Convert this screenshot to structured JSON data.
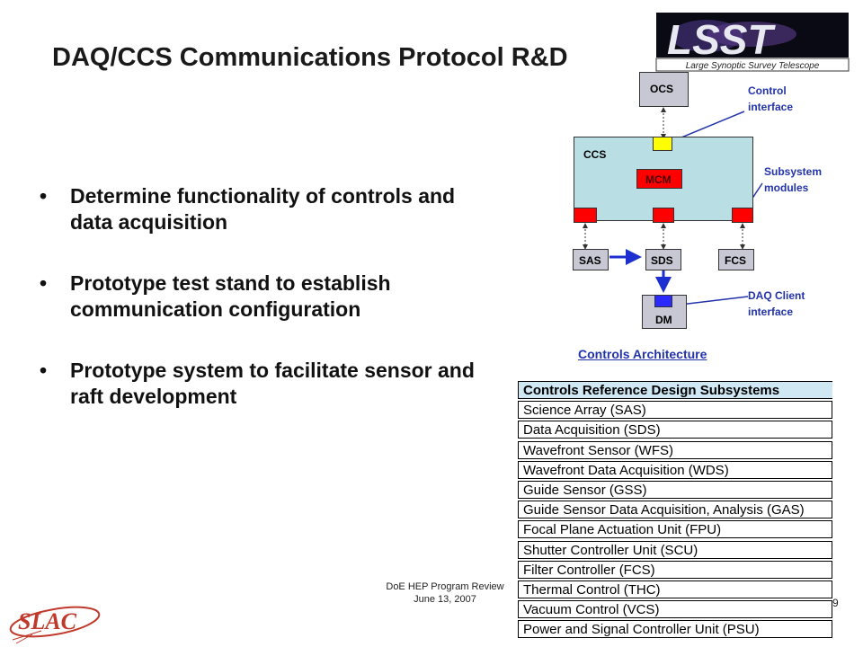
{
  "title": "DAQ/CCS Communications Protocol R&D",
  "logo": {
    "wordmark": "LSST",
    "tagline": "Large Synoptic Survey Telescope"
  },
  "bullets": [
    "Determine functionality of controls and data acquisition",
    "Prototype test stand to establish communication configuration",
    "Prototype system to facilitate sensor and raft development"
  ],
  "diagram": {
    "ocs": "OCS",
    "ccs": "CCS",
    "mcm": "MCM",
    "sas": "SAS",
    "sds": "SDS",
    "fcs": "FCS",
    "dm": "DM",
    "control_interface": "Control interface",
    "subsystem_modules": "Subsystem modules",
    "daq_client_interface": "DAQ Client interface",
    "caption": "Controls Architecture",
    "colors": {
      "box_fill": "#b9dfe4",
      "ocs_fill": "#c8c8d4",
      "mcm": "#ff0000",
      "control_port": "#ffff00",
      "daq_port": "#2a2aff",
      "annotation": "#2233aa"
    }
  },
  "table": {
    "header": "Controls Reference Design Subsystems",
    "rows": [
      "Science Array (SAS)",
      "Data Acquisition  (SDS)",
      "Wavefront Sensor  (WFS)",
      "Wavefront Data Acquisition (WDS)",
      "Guide Sensor  (GSS)",
      "Guide Sensor Data Acquisition, Analysis  (GAS)",
      "Focal Plane Actuation Unit (FPU)",
      "Shutter Controller Unit (SCU)",
      "Filter Controller  (FCS)",
      "Thermal Control  (THC)",
      "Vacuum Control  (VCS)",
      "Power and Signal Controller Unit (PSU)"
    ]
  },
  "footer": {
    "line1": "DoE HEP Program Review",
    "line2": "June 13, 2007",
    "page": "9",
    "logo": "SLAC"
  }
}
